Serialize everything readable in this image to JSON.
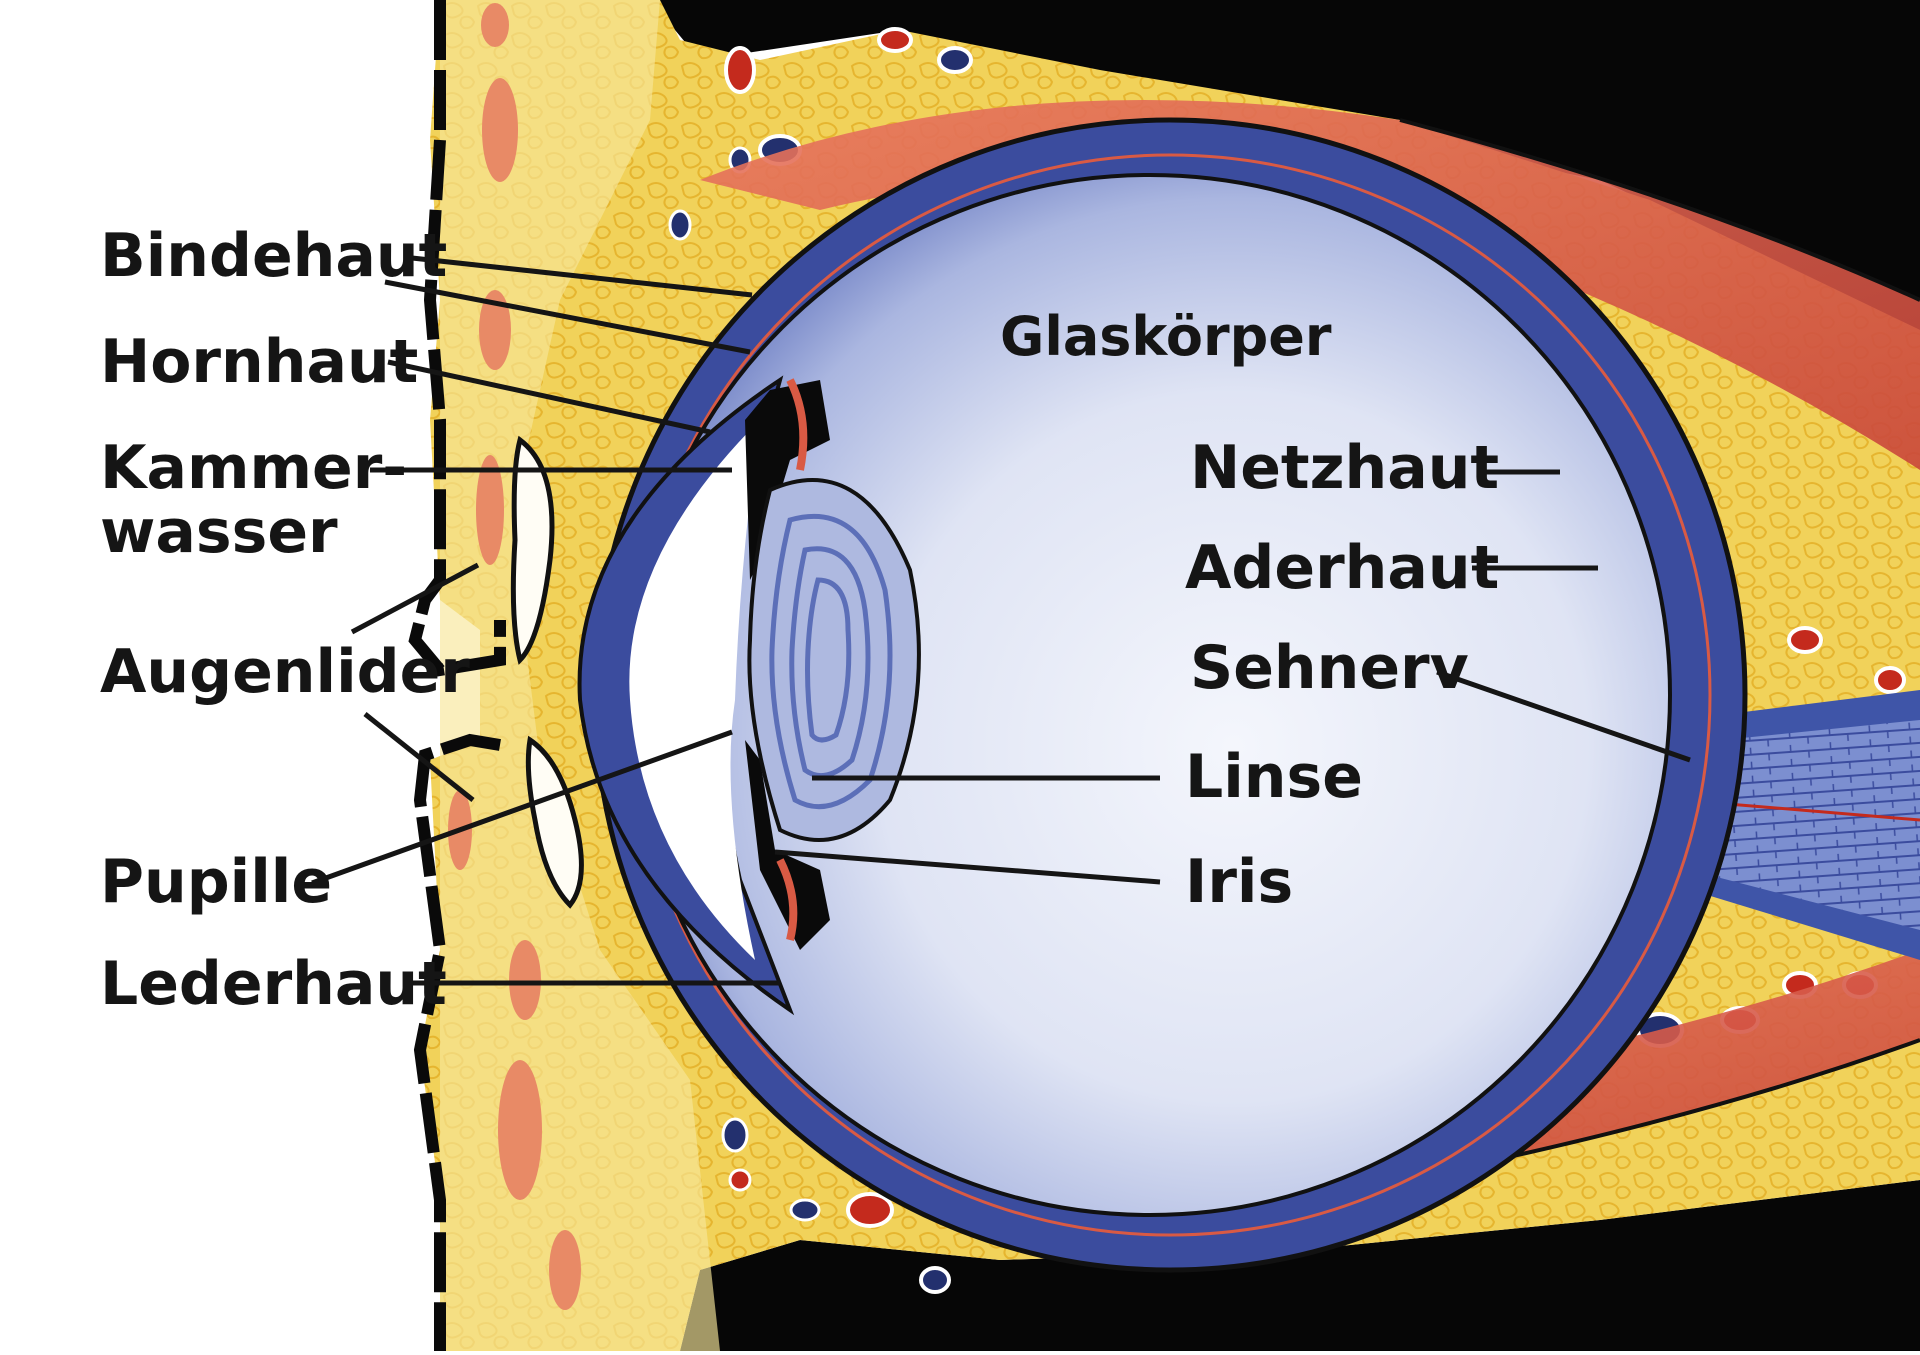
{
  "diagram": {
    "title": "Glaskörper",
    "labels": {
      "bindehaut": "Bindehaut",
      "hornhaut": "Hornhaut",
      "kammer_line1": "Kammer-",
      "kammer_line2": "wasser",
      "augenlider": "Augenlider",
      "pupille": "Pupille",
      "lederhaut": "Lederhaut",
      "netzhaut": "Netzhaut",
      "aderhaut": "Aderhaut",
      "sehnerv": "Sehnerv",
      "linse": "Linse",
      "iris": "Iris"
    }
  },
  "colors": {
    "background": "#ffffff",
    "dark_surround": "#060606",
    "fat_tissue": "#f1d25a",
    "fat_light": "#f8e79a",
    "sclera_blue": "#3b4c9e",
    "vitreous_light": "#e4e8f6",
    "vitreous_mid": "#aeb9e0",
    "lens_blue": "#8a9ad0",
    "muscle_red": "#d95a44",
    "vessel_red": "#c42a1d",
    "nerve_blue": "#3f55a8",
    "leader_line": "#151515"
  }
}
